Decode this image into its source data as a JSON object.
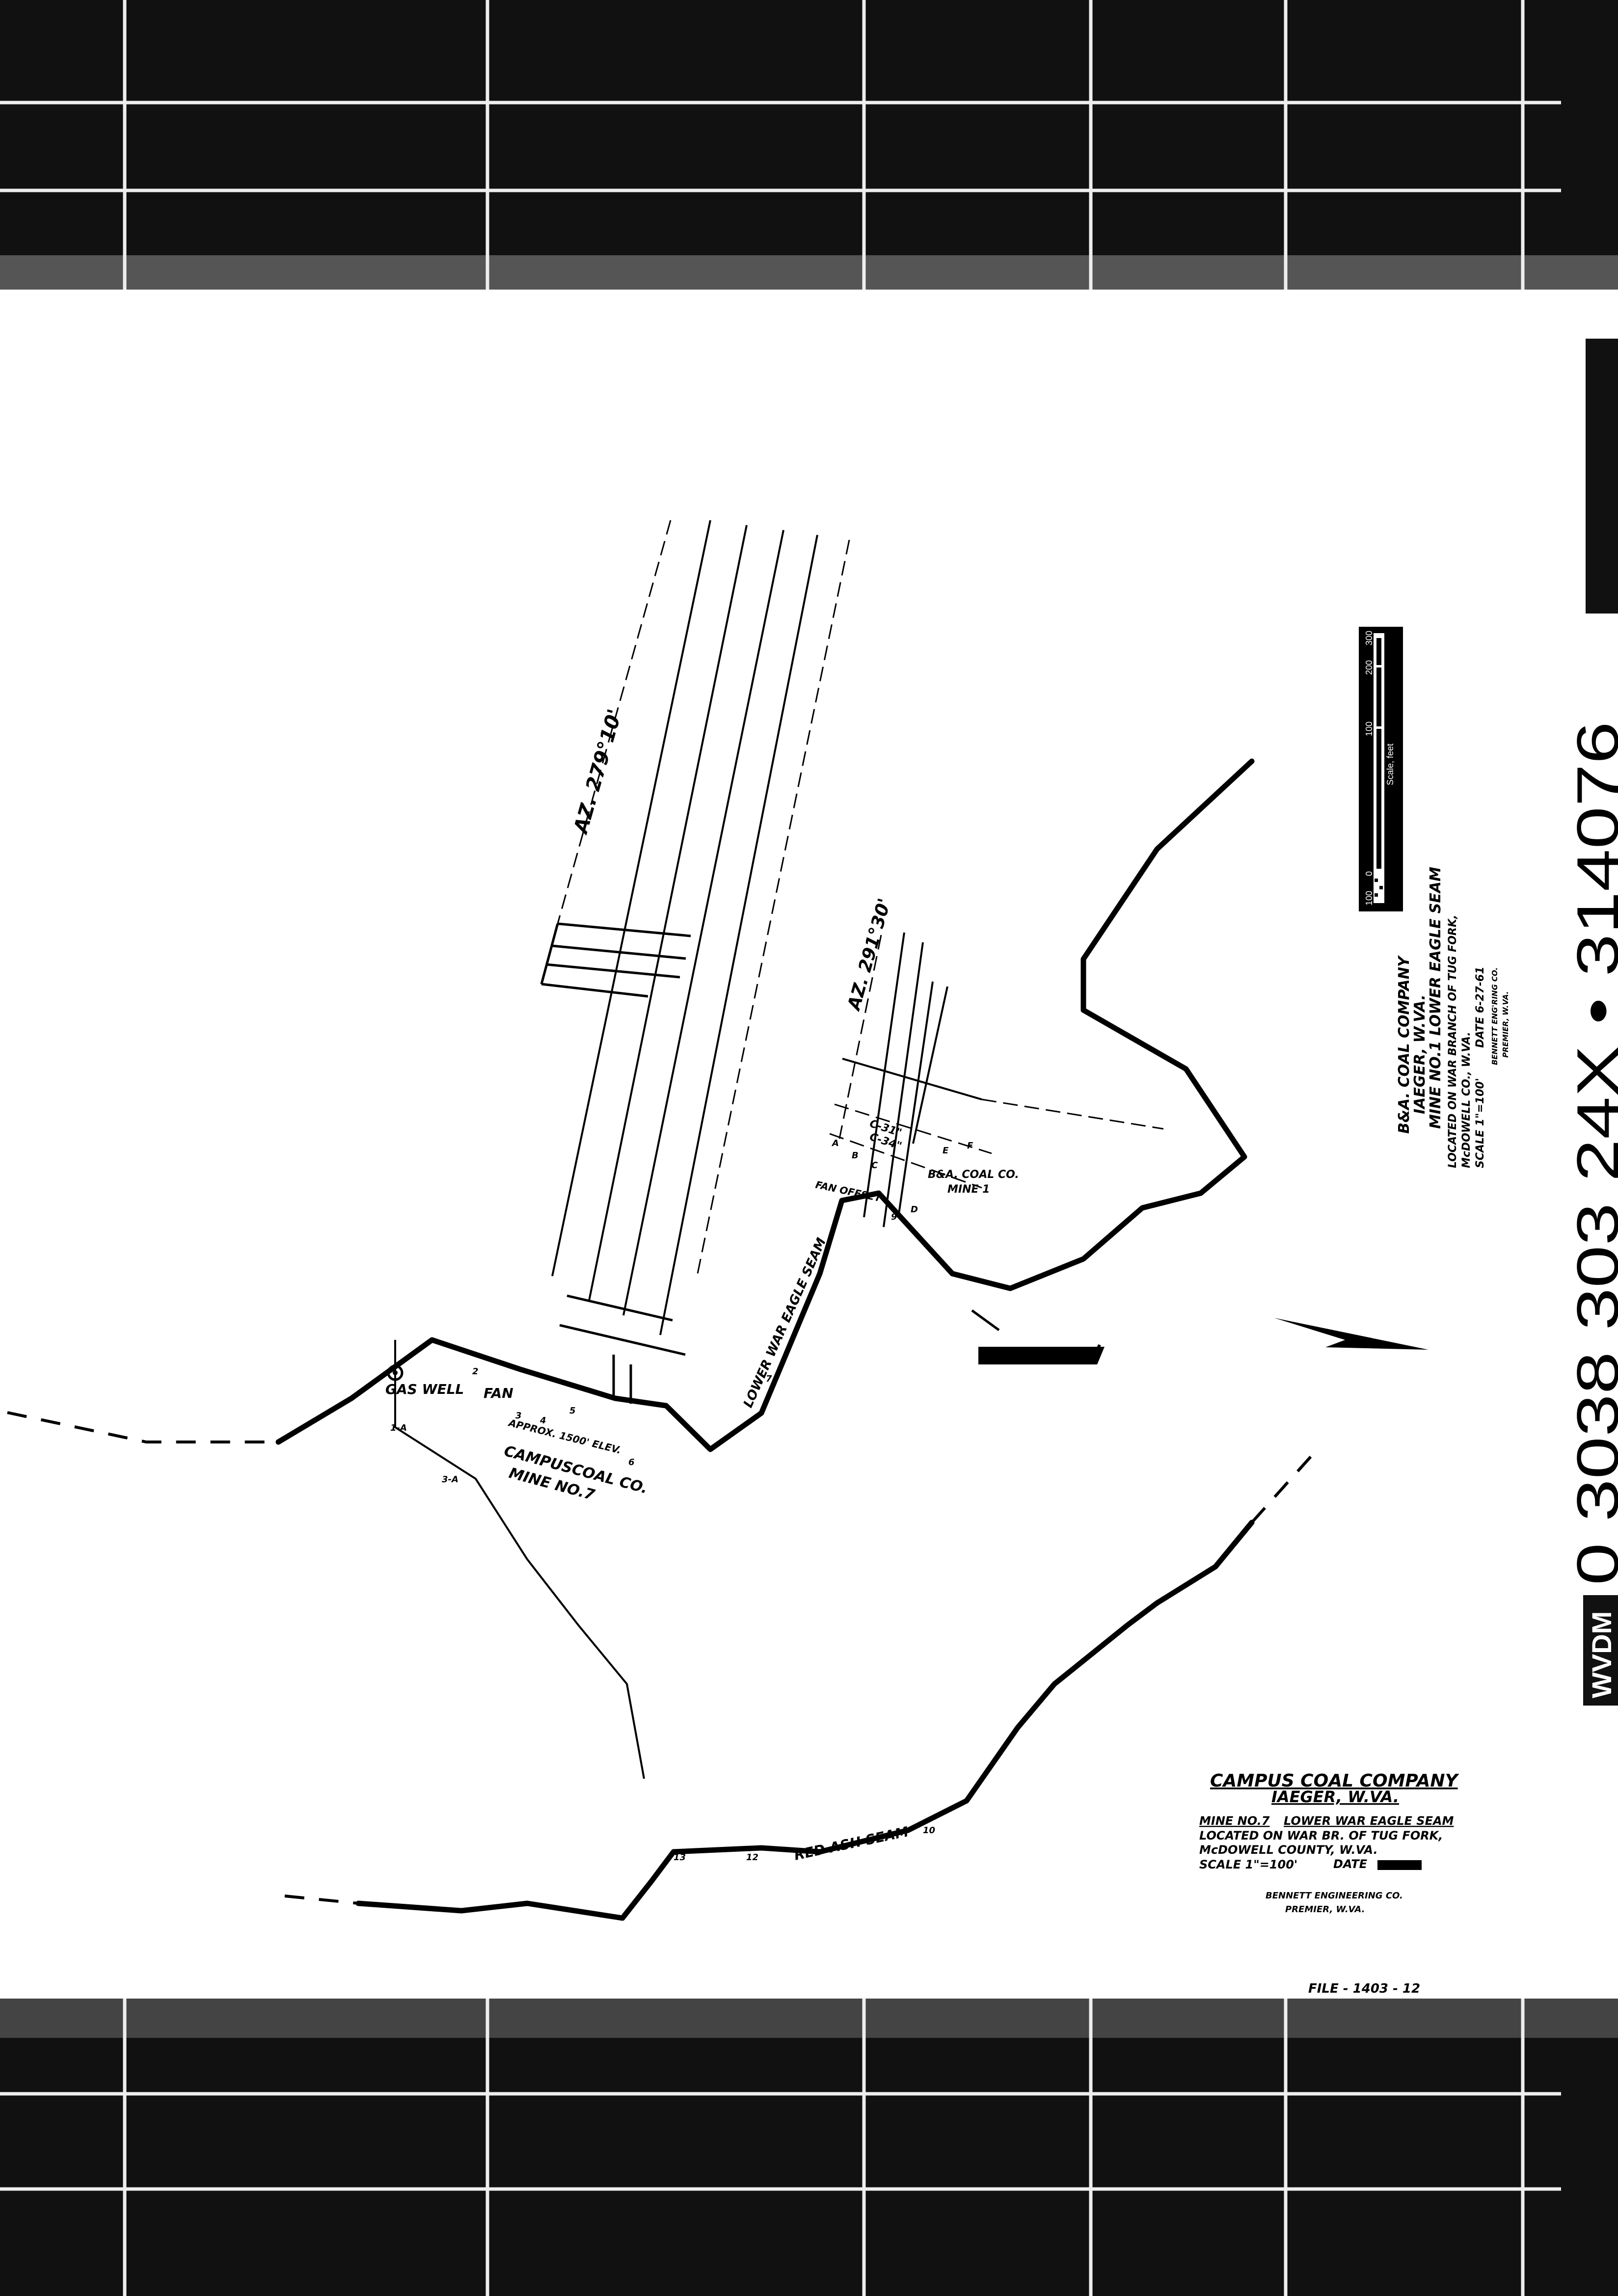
{
  "scan_strip": {
    "collection_badge": "WVDM",
    "film_id": "0 3038 303 24X • 314076",
    "file_note": "FILE - 1403 - 12"
  },
  "campus_title_block": {
    "company": "CAMPUS COAL COMPANY",
    "town": "IAEGER, W.VA.",
    "mine": "MINE NO.7",
    "seam": "LOWER WAR EAGLE SEAM",
    "location_1": "LOCATED ON WAR BR. OF TUG FORK,",
    "location_2": "McDOWELL COUNTY, W.VA.",
    "scale": "SCALE 1\"=100'",
    "date_label": "DATE",
    "engineer": "BENNETT ENGINEERING CO.",
    "engineer_town": "PREMIER, W.VA."
  },
  "ba_title_block": {
    "company": "B&A. COAL COMPANY",
    "town": "IAEGER, W.VA.",
    "mine_seam": "MINE NO.1   LOWER EAGLE SEAM",
    "location_1": "LOCATED ON WAR BRANCH OF TUG FORK,",
    "location_2": "McDOWELL CO., W.VA.",
    "scale": "SCALE 1\"=100'",
    "date": "DATE 6-27-61",
    "engineer": "BENNETT ENG'RING CO.",
    "engineer_town": "PREMIER, W.VA."
  },
  "scale_bar": {
    "ticks": [
      "100",
      "0",
      "100",
      "200",
      "300"
    ],
    "caption": "Scale, feet"
  },
  "map_labels": {
    "azimuth_mine7": "AZ. 279°10'",
    "azimuth_mine1": "AZ. 291°30'",
    "gas_well": "GAS WELL",
    "fan": "FAN",
    "elevation": "APPROX. 1500' ELEV.",
    "mine7_company": "CAMPUSCOAL CO.",
    "mine7_name": "MINE NO.7",
    "seam_line": "LOWER WAR EAGLE SEAM",
    "fan_offset": "FAN OFFSET",
    "mine1_company": "B&A. COAL CO.",
    "mine1_name": "MINE 1",
    "red_ash": "RED ASH SEAM",
    "coal_thickness": "C-31\"",
    "coal_thickness_2": "C-34\""
  },
  "stations": [
    "1-A",
    "3-A",
    "2",
    "3",
    "4",
    "5",
    "6",
    "7",
    "A",
    "B",
    "C",
    "D",
    "E",
    "F",
    "9",
    "10",
    "12",
    "13"
  ]
}
